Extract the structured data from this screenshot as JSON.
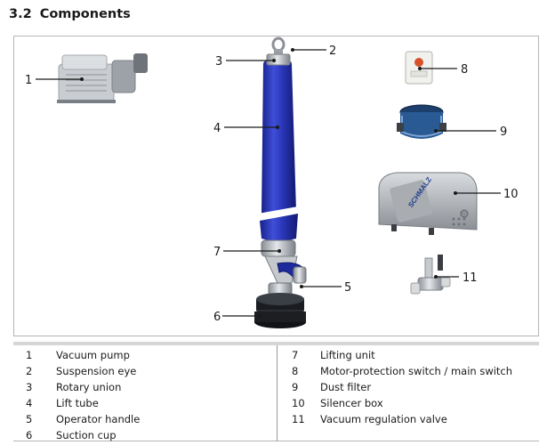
{
  "section": {
    "number": "3.2",
    "title": "Components"
  },
  "callouts": {
    "c1": "1",
    "c2": "2",
    "c3": "3",
    "c4": "4",
    "c5": "5",
    "c6": "6",
    "c7": "7",
    "c8": "8",
    "c9": "9",
    "c10": "10",
    "c11": "11"
  },
  "logo_text": "SCHMALZ",
  "legend_left": [
    {
      "num": "1",
      "label": "Vacuum pump"
    },
    {
      "num": "2",
      "label": "Suspension eye"
    },
    {
      "num": "3",
      "label": "Rotary union"
    },
    {
      "num": "4",
      "label": "Lift tube"
    },
    {
      "num": "5",
      "label": "Operator handle"
    },
    {
      "num": "6",
      "label": "Suction cup"
    }
  ],
  "legend_right": [
    {
      "num": "7",
      "label": "Lifting unit"
    },
    {
      "num": "8",
      "label": "Motor-protection switch / main switch"
    },
    {
      "num": "9",
      "label": "Dust filter"
    },
    {
      "num": "10",
      "label": "Silencer box"
    },
    {
      "num": "11",
      "label": "Vacuum regulation valve"
    }
  ],
  "colors": {
    "tube_blue": "#2a36b8",
    "line": "#1a1a1a",
    "frame": "#b5b5b5"
  }
}
